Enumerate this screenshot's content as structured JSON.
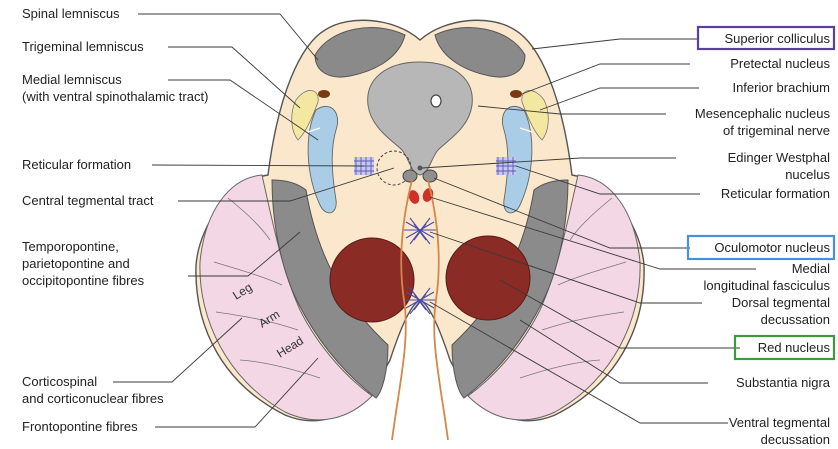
{
  "left_labels": {
    "spinal_lemniscus": "Spinal lemniscus",
    "trigeminal_lemniscus": "Trigeminal lemniscus",
    "medial_lemniscus": [
      "Medial lemniscus",
      "(with ventral spinothalamic tract)"
    ],
    "reticular_formation": "Reticular formation",
    "central_tegmental_tract": "Central tegmental tract",
    "temporopontine": [
      "Temporopontine,",
      "parietopontine and",
      "occipitopontine fibres"
    ],
    "corticospinal": [
      "Corticospinal",
      "and corticonuclear fibres"
    ],
    "frontopontine": "Frontopontine fibres"
  },
  "right_labels": {
    "superior_colliculus": "Superior colliculus",
    "pretectal_nucleus": "Pretectal nucleus",
    "inferior_brachium": "Inferior brachium",
    "mesencephalic_nucleus": [
      "Mesencephalic nucleus",
      "of trigeminal nerve"
    ],
    "edinger_westphal": [
      "Edinger Westphal",
      "nucelus"
    ],
    "reticular_formation": "Reticular formation",
    "oculomotor_nucleus": "Oculomotor nucleus",
    "mlf": [
      "Medial",
      "longitudinal fasciculus"
    ],
    "dorsal_tegmental": [
      "Dorsal tegmental",
      "decussation"
    ],
    "red_nucleus": "Red nucleus",
    "substantia_nigra": "Substantia nigra",
    "ventral_tegmental": [
      "Ventral tegmental",
      "decussation"
    ]
  },
  "inner_labels": {
    "leg": "Leg",
    "arm": "Arm",
    "head": "Head"
  },
  "highlight_colors": {
    "superior_colliculus": "#5b3f9e",
    "oculomotor_nucleus": "#4a90d9",
    "red_nucleus": "#3f9a3f"
  }
}
